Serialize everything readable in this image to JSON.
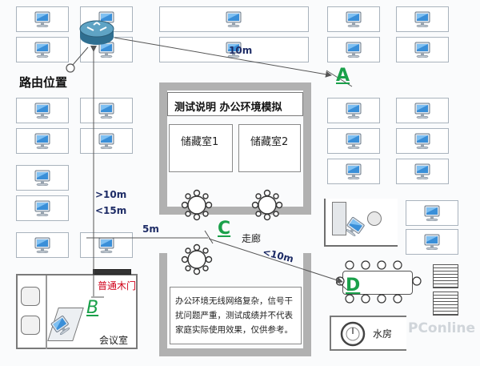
{
  "labels": {
    "router_position": "路由位置",
    "title": "测试说明 办公环境模拟",
    "storage_1": "储藏室1",
    "storage_2": "储藏室2",
    "corridor": "走廊",
    "door": "普通木门",
    "meeting_room": "会议室",
    "water_room": "水房",
    "note": "办公环境无线网络复杂，信号干扰问题严重，测试成绩并不代表家庭实际使用效果，仅供参考。",
    "watermark": "PConline"
  },
  "points": {
    "a": "A",
    "b": "B",
    "c": "C",
    "d": "D"
  },
  "distances": {
    "router_to_a": "10m",
    "router_to_b_min": ">10m",
    "router_to_b_max": "<15m",
    "b_to_c": "5m",
    "c_to_d": "<10m"
  },
  "colors": {
    "point_green": "#1aa04a",
    "measure_blue": "#1e2c66",
    "door_red": "#d0021b",
    "wall_gray": "#b1b1b1",
    "monitor_blue": "#3a8fd8"
  },
  "icons": [
    "router-icon",
    "computer-icon",
    "table-icon",
    "chair-icon",
    "water-dispenser-icon"
  ]
}
